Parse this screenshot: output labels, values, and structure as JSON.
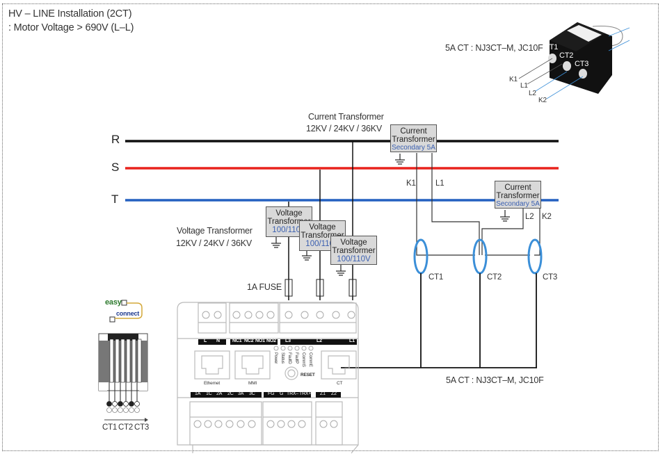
{
  "title": {
    "line1": "HV – LINE Installation (2CT)",
    "line2": ": Motor Voltage > 690V (L–L)"
  },
  "phases": [
    {
      "label": "R",
      "color": "#111111"
    },
    {
      "label": "S",
      "color": "#e8231d"
    },
    {
      "label": "T",
      "color": "#2460c0"
    }
  ],
  "current_transformer_rating": {
    "line1": "Current Transformer",
    "line2": "12KV / 24KV / 36KV"
  },
  "voltage_transformer_rating": {
    "line1": "Voltage Transformer",
    "line2": "12KV / 24KV / 36KV"
  },
  "ct_boxes": [
    {
      "line1": "Current",
      "line2": "Transformer",
      "sub": "Secondary 5A"
    },
    {
      "line1": "Current",
      "line2": "Transformer",
      "sub": "Secondary 5A"
    }
  ],
  "vt_boxes": [
    {
      "line1": "Voltage",
      "line2": "Transformer",
      "sub": "100/110V"
    },
    {
      "line1": "Voltage",
      "line2": "Transformer",
      "sub": "100/110V"
    },
    {
      "line1": "Voltage",
      "line2": "Transformer",
      "sub": "100/110V"
    }
  ],
  "terminal_labels": {
    "k1": "K1",
    "l1": "L1",
    "l2": "L2",
    "k2": "K2"
  },
  "ct_rings": [
    "CT1",
    "CT2",
    "CT3"
  ],
  "fuse_label": "1A FUSE",
  "ct_model_label": "5A CT : NJ3CT–M, JC10F",
  "ct_product": {
    "model_label": "5A CT : NJ3CT–M, JC10F",
    "holes": [
      "CT1",
      "CT2",
      "CT3"
    ],
    "wires": [
      "K1",
      "L1",
      "L2",
      "K2"
    ]
  },
  "easy_connect": {
    "word1": "easy",
    "word2": "connect",
    "pin_labels": [
      "CT1",
      "CT2",
      "CT3"
    ]
  },
  "device": {
    "top_terminal_groups": [
      {
        "labels": [
          "L",
          "N"
        ]
      },
      {
        "labels": [
          "NC1",
          "NC2",
          "NO1",
          "NO2"
        ]
      },
      {
        "labels": [
          "L3",
          "L2",
          "L1"
        ]
      }
    ],
    "ports": [
      "Ethernet",
      "MMI",
      "CT"
    ],
    "leds": [
      "Power",
      "Status",
      "FaultD",
      "FaultP",
      "CommS",
      "CommE"
    ],
    "reset_label": "RESET",
    "bottom_terminal_groups": [
      {
        "labels": [
          "1A",
          "1C",
          "2A",
          "2C",
          "3A",
          "3C"
        ]
      },
      {
        "labels": [
          "FG",
          "G",
          "TRX–",
          "TRX+"
        ]
      },
      {
        "labels": [
          "Z1",
          "Z2"
        ]
      }
    ]
  },
  "colors": {
    "ring_blue": "#3b8fd8",
    "sub_text_blue": "#3a5fb0",
    "box_fill": "#d9d9d9"
  }
}
